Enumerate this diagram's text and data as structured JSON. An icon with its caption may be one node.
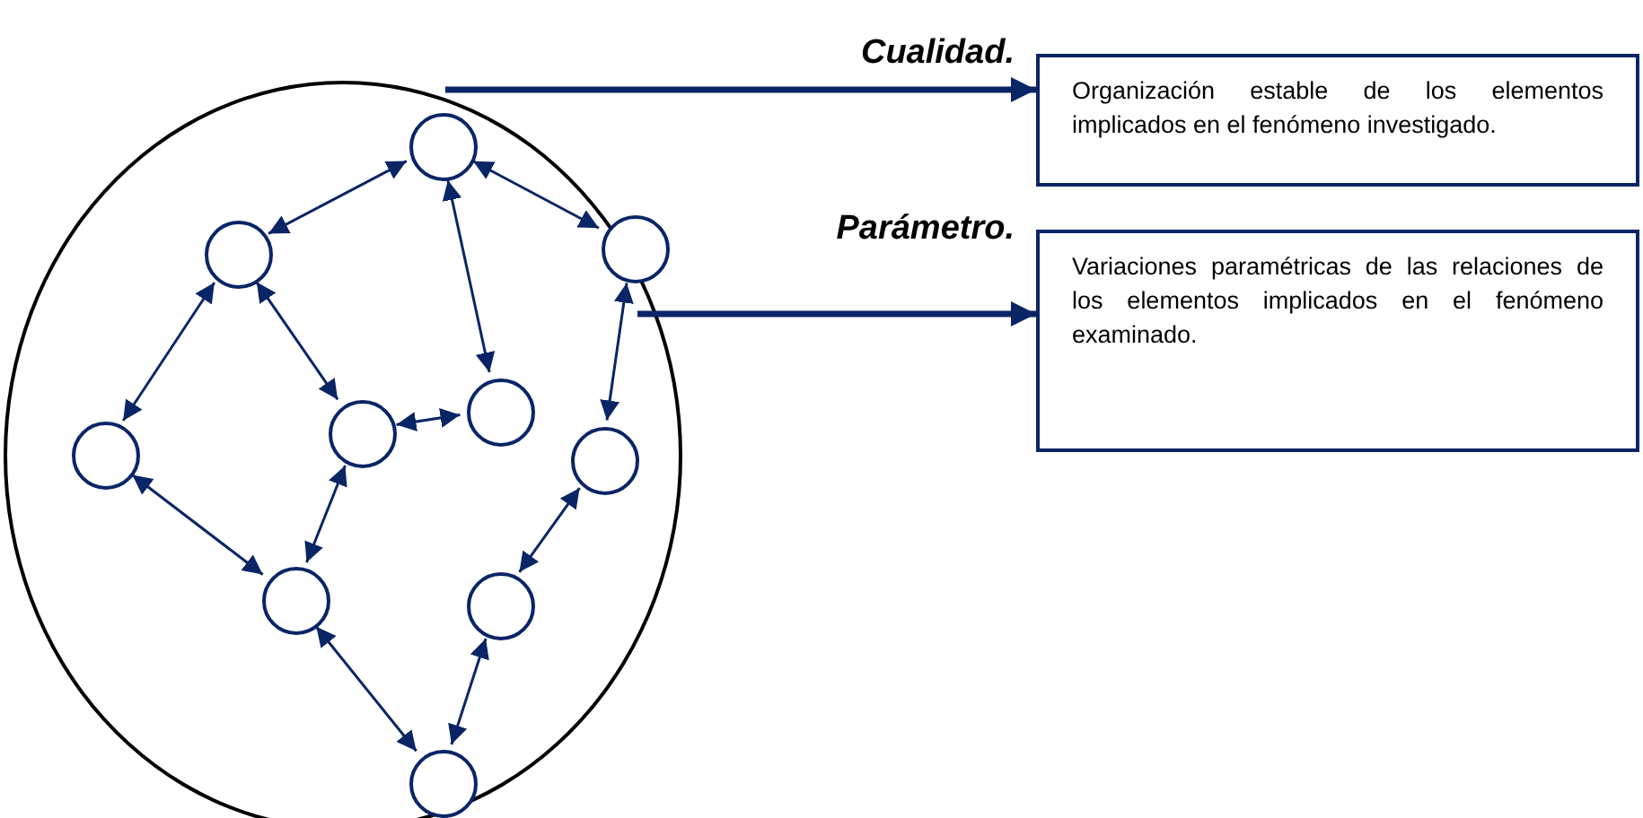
{
  "diagram": {
    "nodes": [
      {
        "text": [],
        "shape": "circle"
      },
      {
        "text": [],
        "shape": "circle",
        "in": 0
      },
      {
        "text": [],
        "shape": "circle",
        "in": 0
      },
      {
        "text": [],
        "shape": "circle",
        "in": 0
      },
      {
        "text": [],
        "shape": "circle",
        "in": 0
      },
      {
        "text": [],
        "shape": "circle",
        "in": 0
      },
      {
        "text": [],
        "shape": "circle",
        "in": 0
      },
      {
        "text": [],
        "shape": "circle",
        "in": 0
      },
      {
        "text": [],
        "shape": "circle",
        "in": 0
      },
      {
        "text": [],
        "shape": "circle",
        "in": 0
      },
      {
        "text": [],
        "shape": "circle",
        "in": 0
      },
      {
        "text": [
          "Cualidad.",
          "Organización estable de los elementos implicados en el fenómeno investigado."
        ]
      },
      {
        "text": [
          "Parámetro.",
          "Variaciones paramétricas de las relaciones de los elementos implicados en el fenómeno examinado."
        ]
      }
    ],
    "edges": [
      {
        "from": 2,
        "to": 1,
        "arrow": "both"
      },
      {
        "from": 1,
        "to": 3,
        "arrow": "both"
      },
      {
        "from": 1,
        "to": 5,
        "arrow": "both"
      },
      {
        "from": 2,
        "to": 6,
        "arrow": "both"
      },
      {
        "from": 2,
        "to": 4,
        "arrow": "both"
      },
      {
        "from": 4,
        "to": 5,
        "arrow": "both"
      },
      {
        "from": 6,
        "to": 8,
        "arrow": "both"
      },
      {
        "from": 8,
        "to": 4,
        "arrow": "both"
      },
      {
        "from": 3,
        "to": 7,
        "arrow": "both"
      },
      {
        "from": 7,
        "to": 9,
        "arrow": "both"
      },
      {
        "from": 9,
        "to": 10,
        "arrow": "both"
      },
      {
        "from": 8,
        "to": 10,
        "arrow": "both"
      },
      {
        "from": 0,
        "to": 11,
        "arrow": "to",
        "style": "thick"
      },
      {
        "from": null,
        "to": 12,
        "arrow": "to",
        "style": "thick"
      }
    ]
  }
}
